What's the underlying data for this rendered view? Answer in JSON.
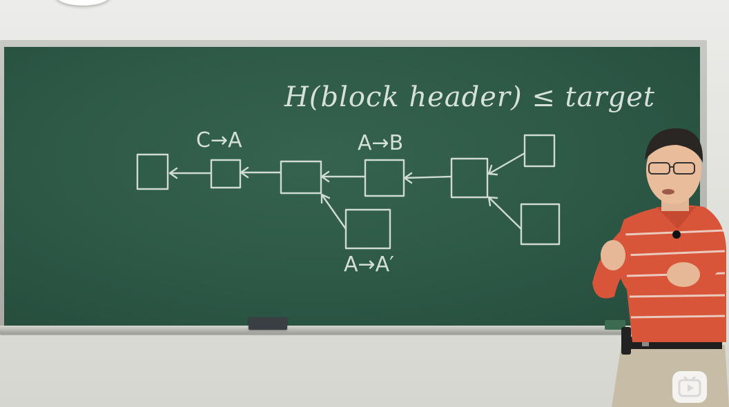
{
  "scene": {
    "formula": "H(block header) ≤ target",
    "labels": {
      "c_to_a": "C→A",
      "a_to_b": "A→B",
      "a_to_a_prime": "A→A′"
    }
  },
  "colors": {
    "board": "#2d5846",
    "chalk": "#e6ede8",
    "shirt": "#d9553a"
  },
  "icons": {
    "watermark": "play-icon"
  }
}
